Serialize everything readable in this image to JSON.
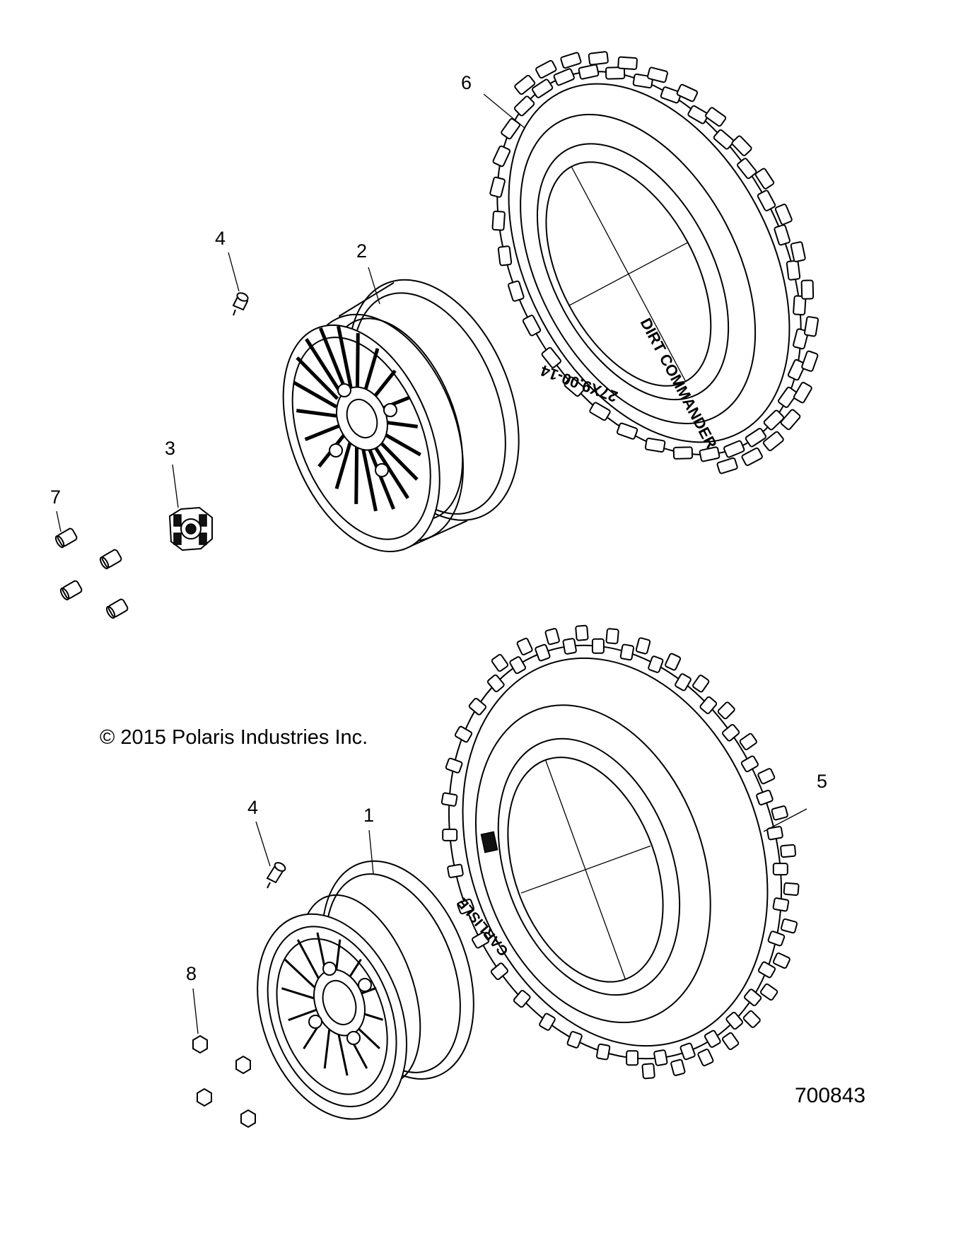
{
  "copyright": "© 2015 Polaris Industries Inc.",
  "figure_id": "700843",
  "callouts": [
    {
      "id": "6",
      "part": "rear-tire"
    },
    {
      "id": "4",
      "part": "valve-stem-upper"
    },
    {
      "id": "2",
      "part": "rear-wheel"
    },
    {
      "id": "3",
      "part": "center-cap"
    },
    {
      "id": "7",
      "part": "lug-nuts-upper"
    },
    {
      "id": "5",
      "part": "front-tire"
    },
    {
      "id": "4",
      "part": "valve-stem-lower"
    },
    {
      "id": "1",
      "part": "front-wheel"
    },
    {
      "id": "8",
      "part": "lug-nuts-lower"
    }
  ]
}
